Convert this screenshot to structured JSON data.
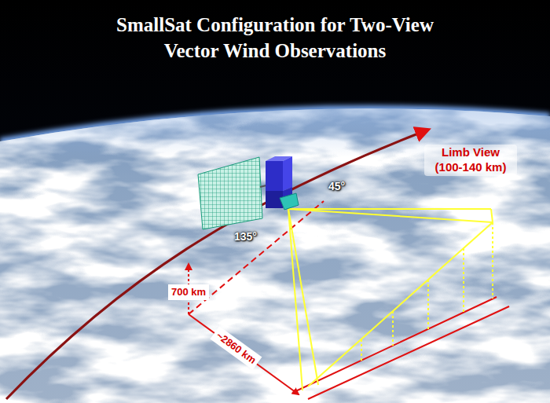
{
  "diagram": {
    "title": "SmallSat Configuration for Two-View Vector Wind Observations",
    "labels": [
      "Limb View (100-140 km)",
      "45°",
      "135°",
      "700 km",
      "~2860 km"
    ]
  }
}
